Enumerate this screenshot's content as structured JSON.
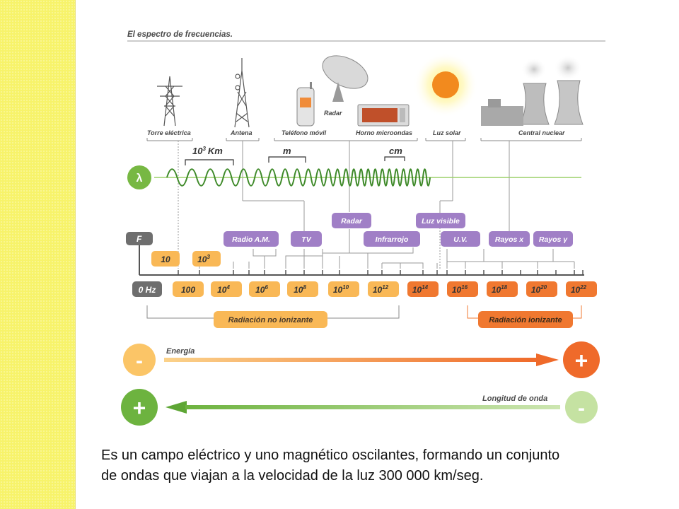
{
  "title": "El espectro de frecuencias.",
  "sources": [
    {
      "id": "torre",
      "label": "Torre eléctrica"
    },
    {
      "id": "antena",
      "label": "Antena"
    },
    {
      "id": "telefono",
      "label": "Teléfono móvil"
    },
    {
      "id": "radar_icon",
      "label": "Radar"
    },
    {
      "id": "horno",
      "label": "Horno microondas"
    },
    {
      "id": "sol",
      "label": "Luz solar"
    },
    {
      "id": "nuclear",
      "label": "Central nuclear"
    }
  ],
  "wavelength": {
    "symbol": "λ",
    "scale_1": "10",
    "scale_1_exp": "3",
    "scale_1_unit": "Km",
    "scale_2": "m",
    "scale_3": "cm"
  },
  "frequency_axis": {
    "symbol": "F",
    "upper_ticks": [
      {
        "base": "10",
        "exp": ""
      },
      {
        "base": "10",
        "exp": "3"
      }
    ],
    "lower_ticks": [
      {
        "base": "0 Hz",
        "exp": ""
      },
      {
        "base": "100",
        "exp": ""
      },
      {
        "base": "10",
        "exp": "4"
      },
      {
        "base": "10",
        "exp": "6"
      },
      {
        "base": "10",
        "exp": "8"
      },
      {
        "base": "10",
        "exp": "10"
      },
      {
        "base": "10",
        "exp": "12"
      },
      {
        "base": "10",
        "exp": "14"
      },
      {
        "base": "10",
        "exp": "16"
      },
      {
        "base": "10",
        "exp": "18"
      },
      {
        "base": "10",
        "exp": "20"
      },
      {
        "base": "10",
        "exp": "22"
      }
    ]
  },
  "bands": [
    {
      "id": "radio_am",
      "label": "Radio A.M."
    },
    {
      "id": "tv",
      "label": "TV"
    },
    {
      "id": "radar",
      "label": "Radar"
    },
    {
      "id": "infrarrojo",
      "label": "Infrarrojo"
    },
    {
      "id": "luz_visible",
      "label": "Luz visible"
    },
    {
      "id": "uv",
      "label": "U.V."
    },
    {
      "id": "rayos_x",
      "label": "Rayos x"
    },
    {
      "id": "rayos_g",
      "label": "Rayos γ"
    }
  ],
  "radiation": {
    "non_ionizing": "Radiación no ionizante",
    "ionizing": "Radiación ionizante"
  },
  "arrows": {
    "energy_label": "Energía",
    "energy_low": "-",
    "energy_high": "+",
    "wavelength_label": "Longitud de onda",
    "wavelength_high": "+",
    "wavelength_low": "-"
  },
  "colors": {
    "green": "#77b843",
    "purple": "#a07fc6",
    "orange": "#f07830",
    "light_orange": "#f9b856",
    "gray": "#6e6e6e",
    "light_green": "#b7d98f"
  },
  "caption": {
    "line1": "Es un campo eléctrico y uno magnético oscilantes, formando un conjunto",
    "line2": "de ondas que viajan a la velocidad de la luz 300 000 km/seg."
  }
}
